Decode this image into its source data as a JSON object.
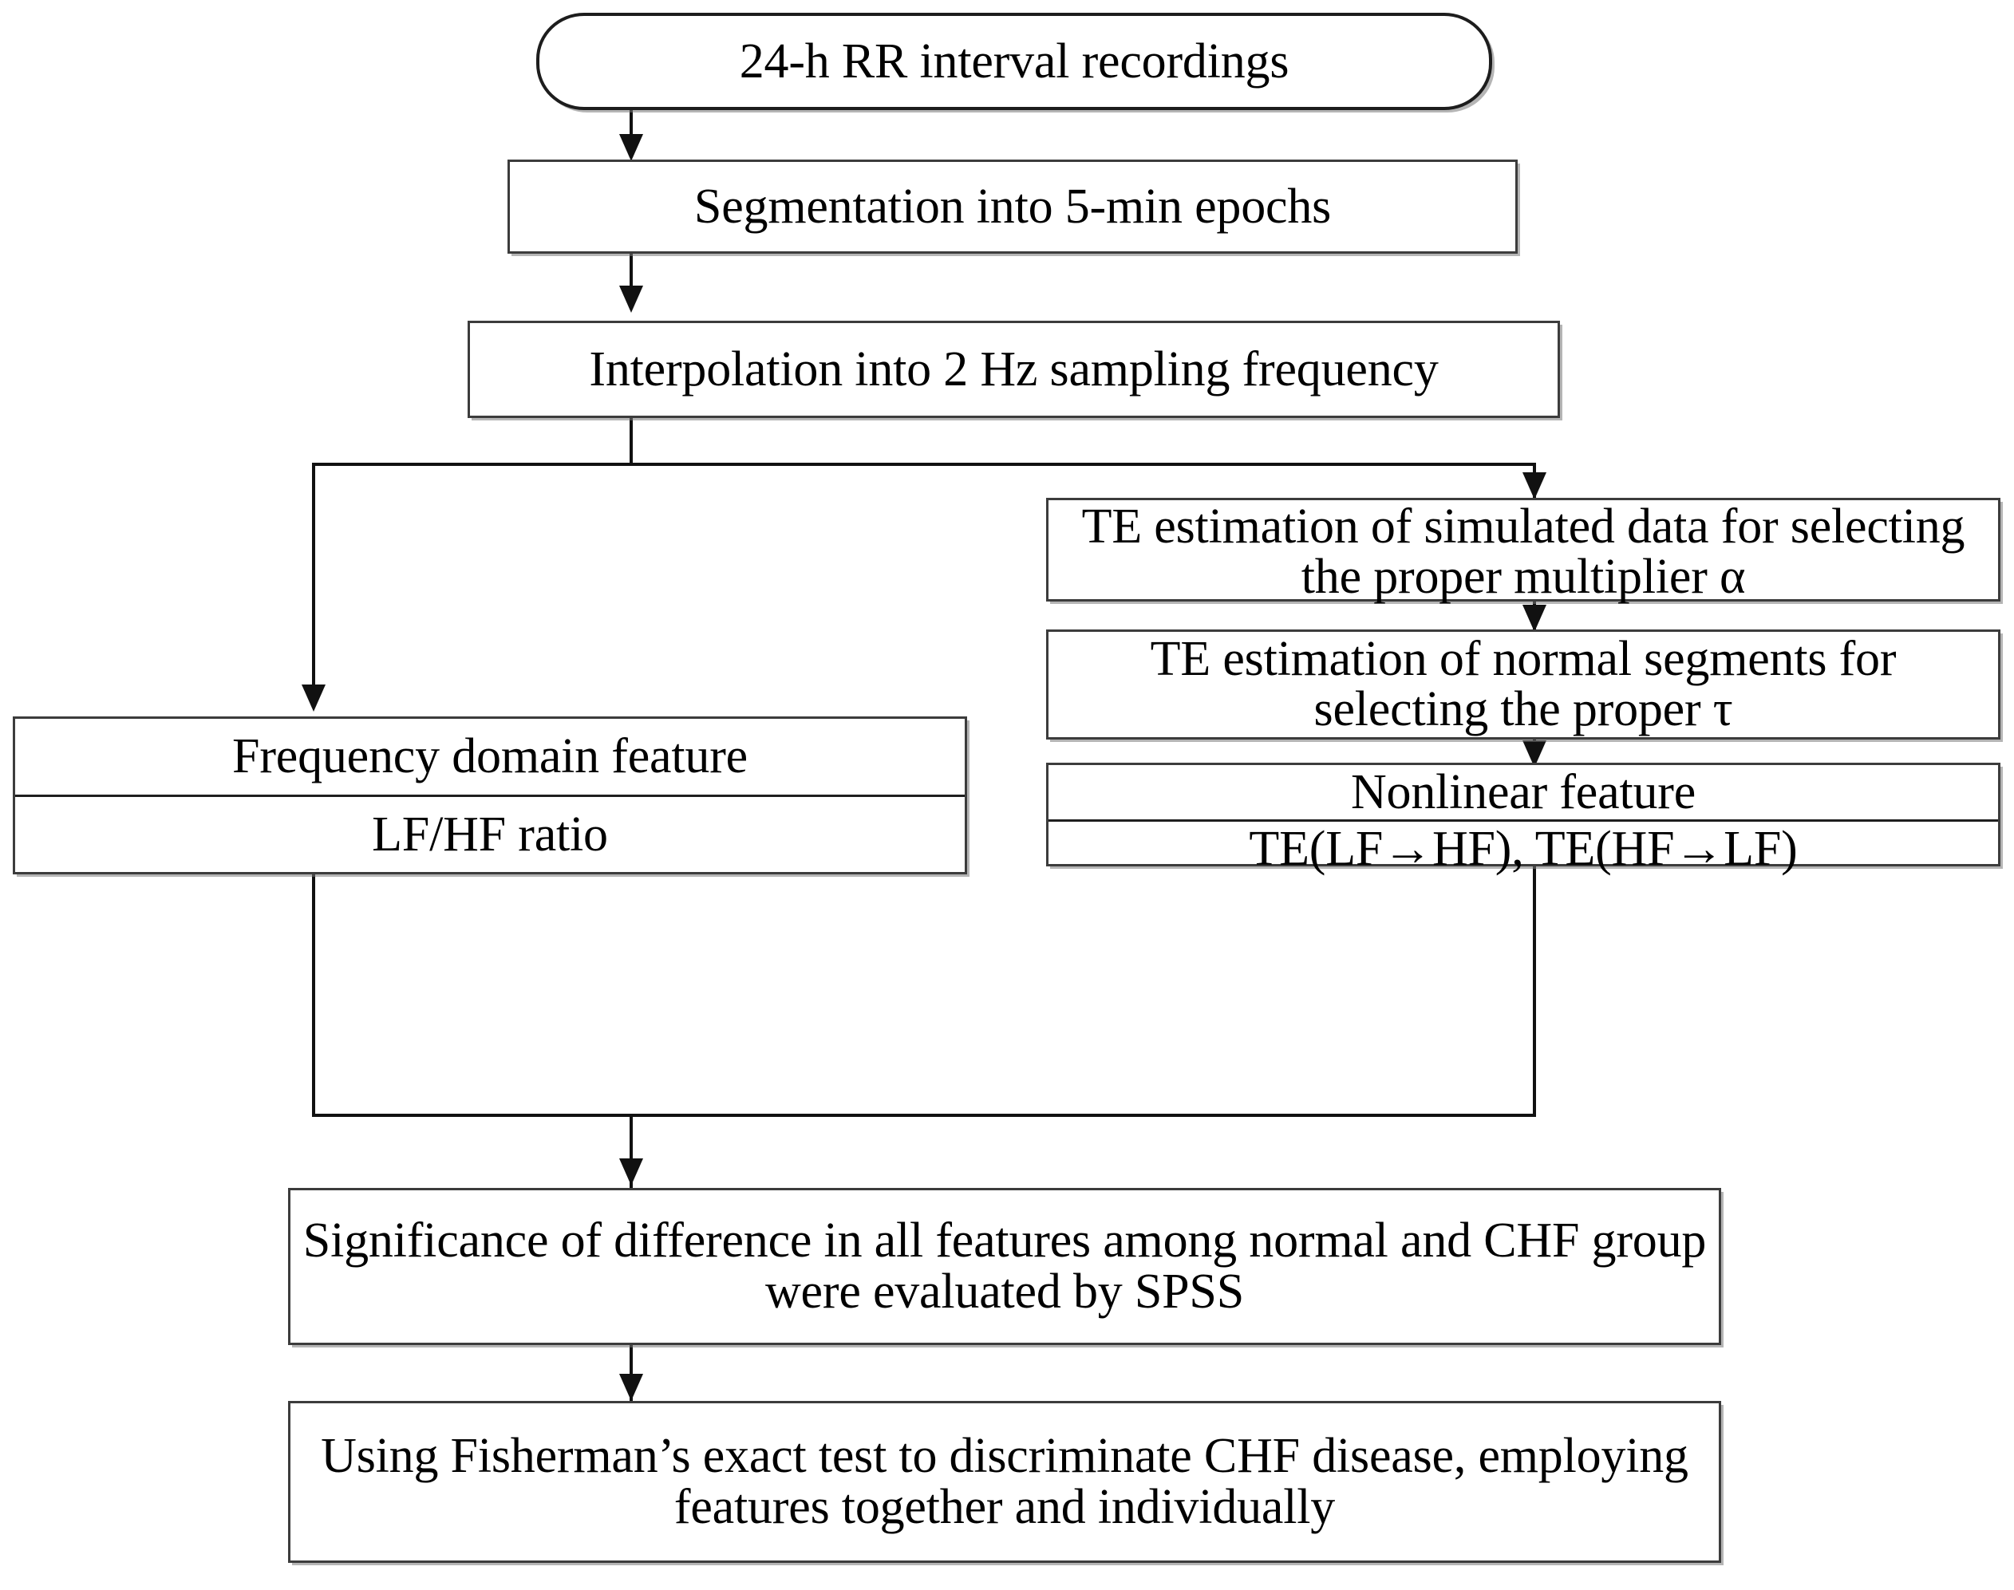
{
  "diagram": {
    "title": "Flowchart of HRV feature extraction and CHF discrimination methodology",
    "nodes": {
      "start": {
        "label": "24-h RR interval recordings",
        "shape": "rounded-terminator"
      },
      "segmentation": {
        "label": "Segmentation into 5-min epochs",
        "shape": "rectangle"
      },
      "interpolation": {
        "label": "Interpolation into 2 Hz sampling frequency",
        "shape": "rectangle"
      },
      "te_simulated": {
        "label": "TE estimation of simulated data for selecting the proper multiplier α",
        "shape": "rectangle"
      },
      "te_normal": {
        "label": "TE estimation of normal segments for selecting the proper τ",
        "shape": "rectangle"
      },
      "frequency_feature": {
        "header": "Frequency domain feature",
        "body": "LF/HF ratio",
        "shape": "rectangle-two-row"
      },
      "nonlinear_feature": {
        "header": "Nonlinear feature",
        "body": "TE(LF→HF), TE(HF→LF)",
        "shape": "rectangle-two-row"
      },
      "spss": {
        "label": "Significance of difference in all features among normal and CHF group were evaluated by SPSS",
        "shape": "rectangle"
      },
      "fisher": {
        "label": "Using Fisherman’s exact test to discriminate CHF disease, employing features together and individually",
        "shape": "rectangle"
      }
    },
    "edges": [
      {
        "from": "start",
        "to": "segmentation",
        "kind": "straight-arrow"
      },
      {
        "from": "segmentation",
        "to": "interpolation",
        "kind": "straight-arrow"
      },
      {
        "from": "interpolation",
        "to": "frequency_feature",
        "kind": "split-left-arrow"
      },
      {
        "from": "interpolation",
        "to": "te_simulated",
        "kind": "split-right-arrow"
      },
      {
        "from": "te_simulated",
        "to": "te_normal",
        "kind": "straight-arrow"
      },
      {
        "from": "te_normal",
        "to": "nonlinear_feature",
        "kind": "straight-arrow"
      },
      {
        "from": "frequency_feature",
        "to": "spss",
        "kind": "merge-left"
      },
      {
        "from": "nonlinear_feature",
        "to": "spss",
        "kind": "merge-right"
      },
      {
        "from": "spss",
        "to": "fisher",
        "kind": "straight-arrow"
      }
    ],
    "colors": {
      "background": "#ffffff",
      "border": "#3c3c3c",
      "connector": "#111111",
      "text": "#000000"
    }
  }
}
